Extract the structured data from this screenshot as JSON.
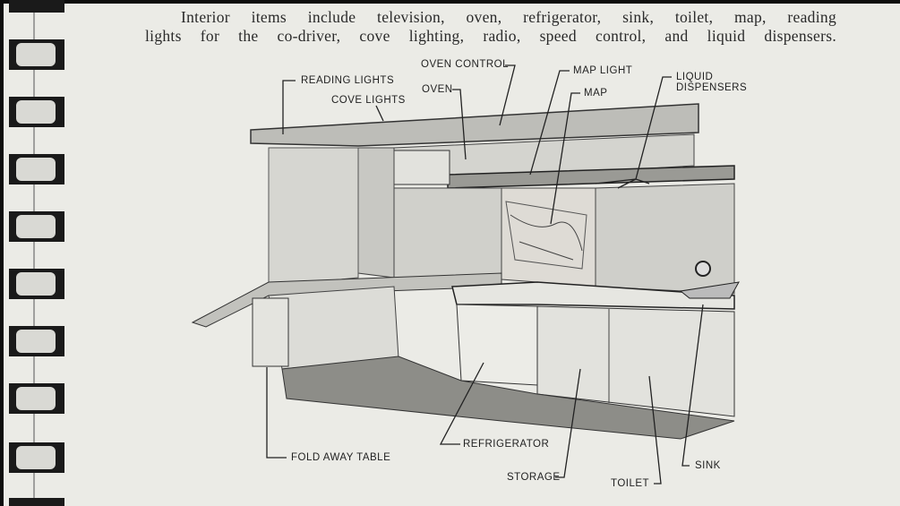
{
  "caption": {
    "line1": "Interior items include television, oven, refrigerator, sink, toilet, map, reading",
    "line2": "lights for the co-driver, cove lighting, radio, speed control, and liquid dispensers."
  },
  "labels": {
    "oven_control": "OVEN CONTROL",
    "map_light": "MAP LIGHT",
    "liquid_dispensers_1": "LIQUID",
    "liquid_dispensers_2": "DISPENSERS",
    "reading_lights": "READING LIGHTS",
    "oven": "OVEN",
    "map": "MAP",
    "cove_lights": "COVE LIGHTS",
    "fold_away_table": "FOLD AWAY TABLE",
    "refrigerator": "REFRIGERATOR",
    "storage": "STORAGE",
    "toilet": "TOILET",
    "sink": "SINK"
  }
}
